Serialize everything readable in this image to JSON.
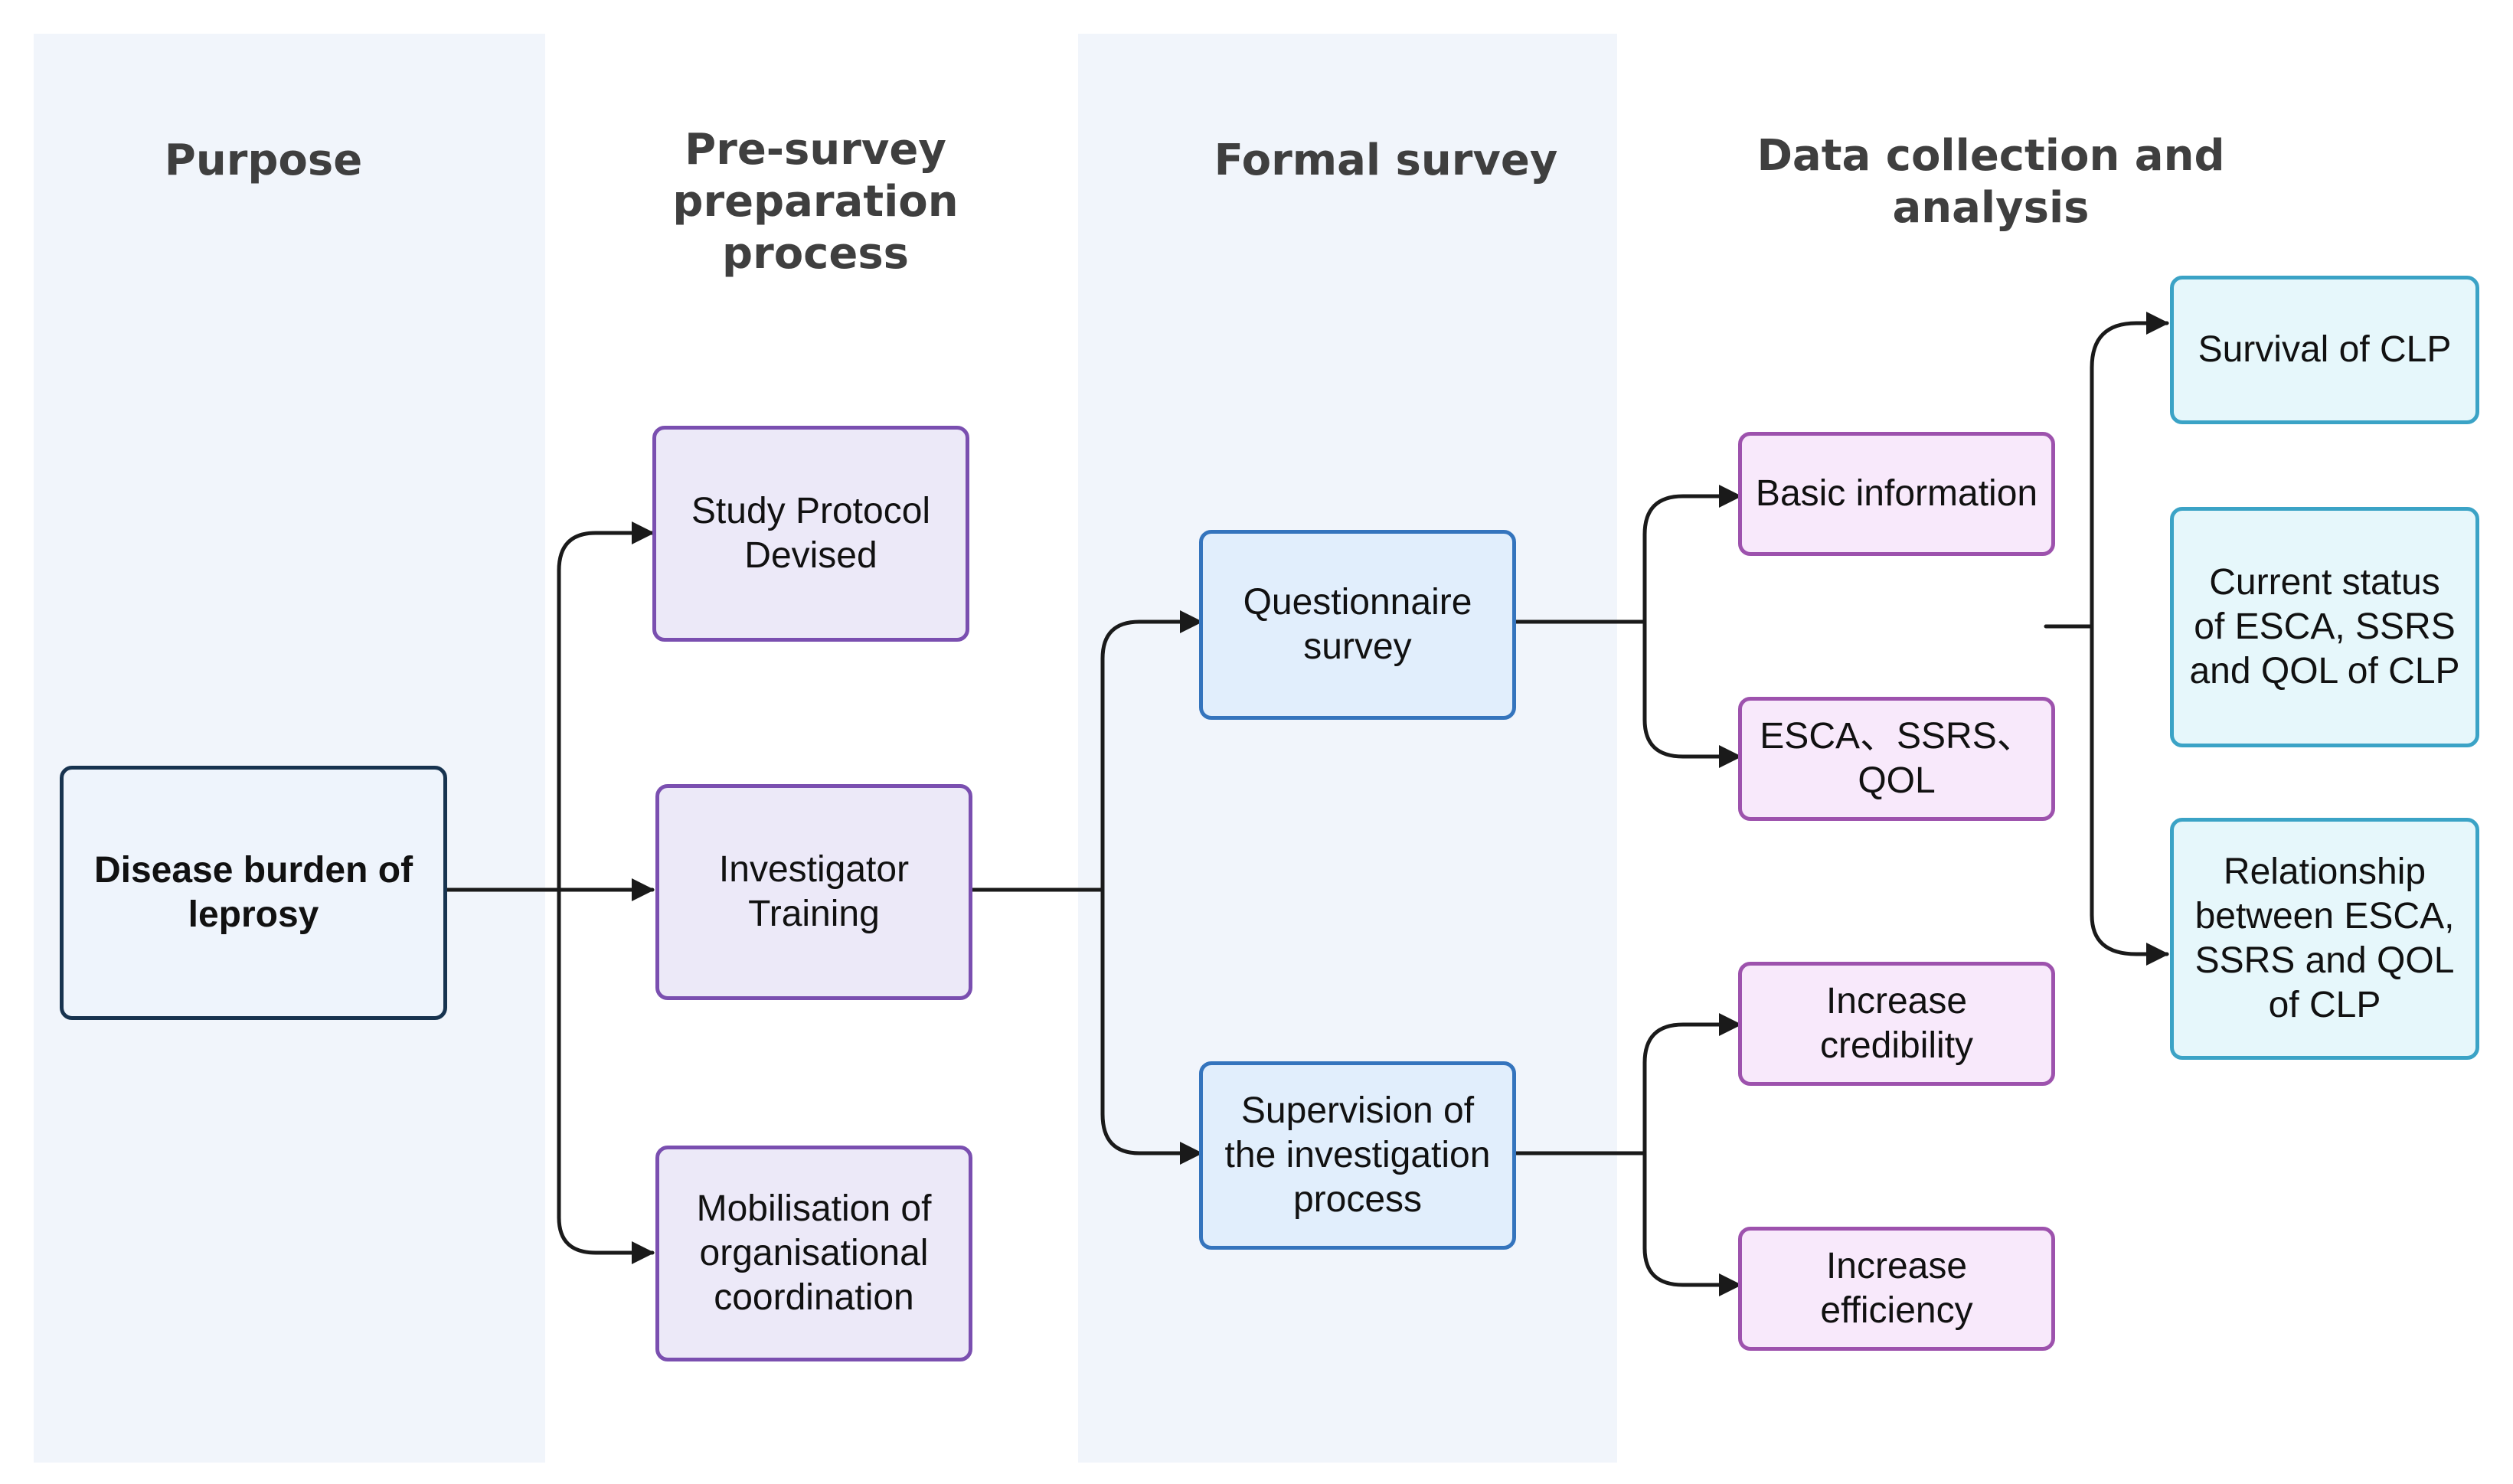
{
  "columns": {
    "purpose": "Purpose",
    "pre_survey_line1": "Pre-survey",
    "pre_survey_line2": "preparation process",
    "formal": "Formal survey",
    "data": "Data collection and analysis"
  },
  "nodes": {
    "disease_burden": {
      "line1": "Disease burden of",
      "line2": "leprosy"
    },
    "study_protocol": {
      "line1": "Study Protocol",
      "line2": "Devised"
    },
    "investigator_training": {
      "line1": "Investigator",
      "line2": "Training"
    },
    "mobilisation": {
      "line1": "Mobilisation of",
      "line2": "organisational",
      "line3": "coordination"
    },
    "questionnaire": {
      "line1": "Questionnaire",
      "line2": "survey"
    },
    "supervision": {
      "line1": "Supervision of",
      "line2": "the investigation",
      "line3": "process"
    },
    "basic_info": {
      "line1": "Basic information"
    },
    "esca_ssrs_qol": {
      "line1": "ESCA、SSRS、",
      "line2": "QOL"
    },
    "increase_credibility": {
      "line1": "Increase",
      "line2": "credibility"
    },
    "increase_efficiency": {
      "line1": "Increase",
      "line2": "efficiency"
    },
    "survival": {
      "line1": "Survival of CLP"
    },
    "current_status": {
      "line1": "Current status",
      "line2": "of ESCA, SSRS",
      "line3": "and QOL of CLP"
    },
    "relationship": {
      "line1": "Relationship",
      "line2": "between ESCA,",
      "line3": "SSRS and QOL",
      "line4": "of CLP"
    }
  },
  "colors": {
    "band": "#f1f5fb",
    "start_border": "#17334f",
    "prep_border": "#7a4fb0",
    "formal_border": "#3474bd",
    "data_border": "#9d52ad",
    "outcome_border": "#3ba3c6",
    "connector": "#1a1a1a"
  }
}
